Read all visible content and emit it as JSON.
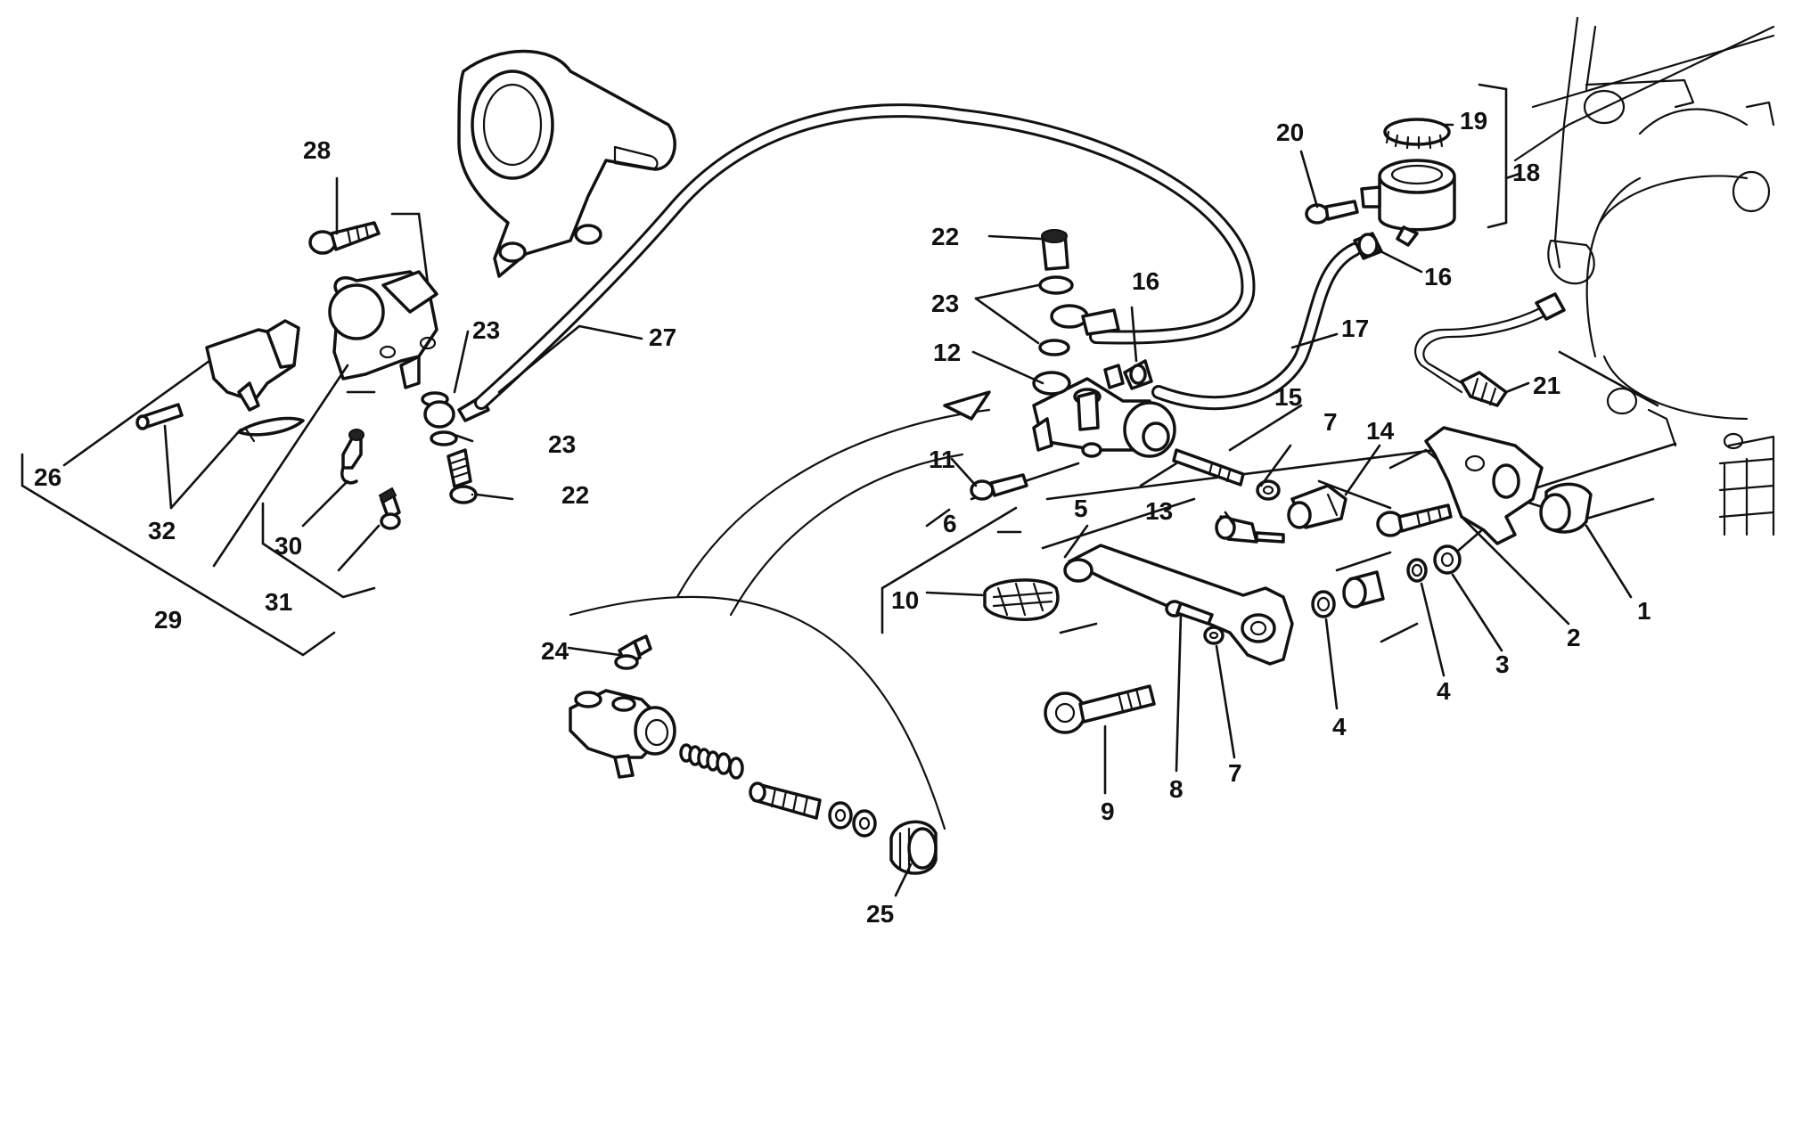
{
  "callouts": [
    {
      "id": "c1",
      "text": "1"
    },
    {
      "id": "c2",
      "text": "2"
    },
    {
      "id": "c3",
      "text": "3"
    },
    {
      "id": "c4a",
      "text": "4"
    },
    {
      "id": "c4b",
      "text": "4"
    },
    {
      "id": "c5",
      "text": "5"
    },
    {
      "id": "c6",
      "text": "6"
    },
    {
      "id": "c7a",
      "text": "7"
    },
    {
      "id": "c7b",
      "text": "7"
    },
    {
      "id": "c8",
      "text": "8"
    },
    {
      "id": "c9",
      "text": "9"
    },
    {
      "id": "c10",
      "text": "10"
    },
    {
      "id": "c11",
      "text": "11"
    },
    {
      "id": "c12",
      "text": "12"
    },
    {
      "id": "c13",
      "text": "13"
    },
    {
      "id": "c14",
      "text": "14"
    },
    {
      "id": "c15",
      "text": "15"
    },
    {
      "id": "c16a",
      "text": "16"
    },
    {
      "id": "c16b",
      "text": "16"
    },
    {
      "id": "c17",
      "text": "17"
    },
    {
      "id": "c18",
      "text": "18"
    },
    {
      "id": "c19",
      "text": "19"
    },
    {
      "id": "c20",
      "text": "20"
    },
    {
      "id": "c21",
      "text": "21"
    },
    {
      "id": "c22a",
      "text": "22"
    },
    {
      "id": "c22b",
      "text": "22"
    },
    {
      "id": "c23a",
      "text": "23"
    },
    {
      "id": "c23b",
      "text": "23"
    },
    {
      "id": "c23c",
      "text": "23"
    },
    {
      "id": "c24",
      "text": "24"
    },
    {
      "id": "c25",
      "text": "25"
    },
    {
      "id": "c26",
      "text": "26"
    },
    {
      "id": "c27",
      "text": "27"
    },
    {
      "id": "c28",
      "text": "28"
    },
    {
      "id": "c29",
      "text": "29"
    },
    {
      "id": "c30",
      "text": "30"
    },
    {
      "id": "c31",
      "text": "31"
    },
    {
      "id": "c32",
      "text": "32"
    }
  ]
}
